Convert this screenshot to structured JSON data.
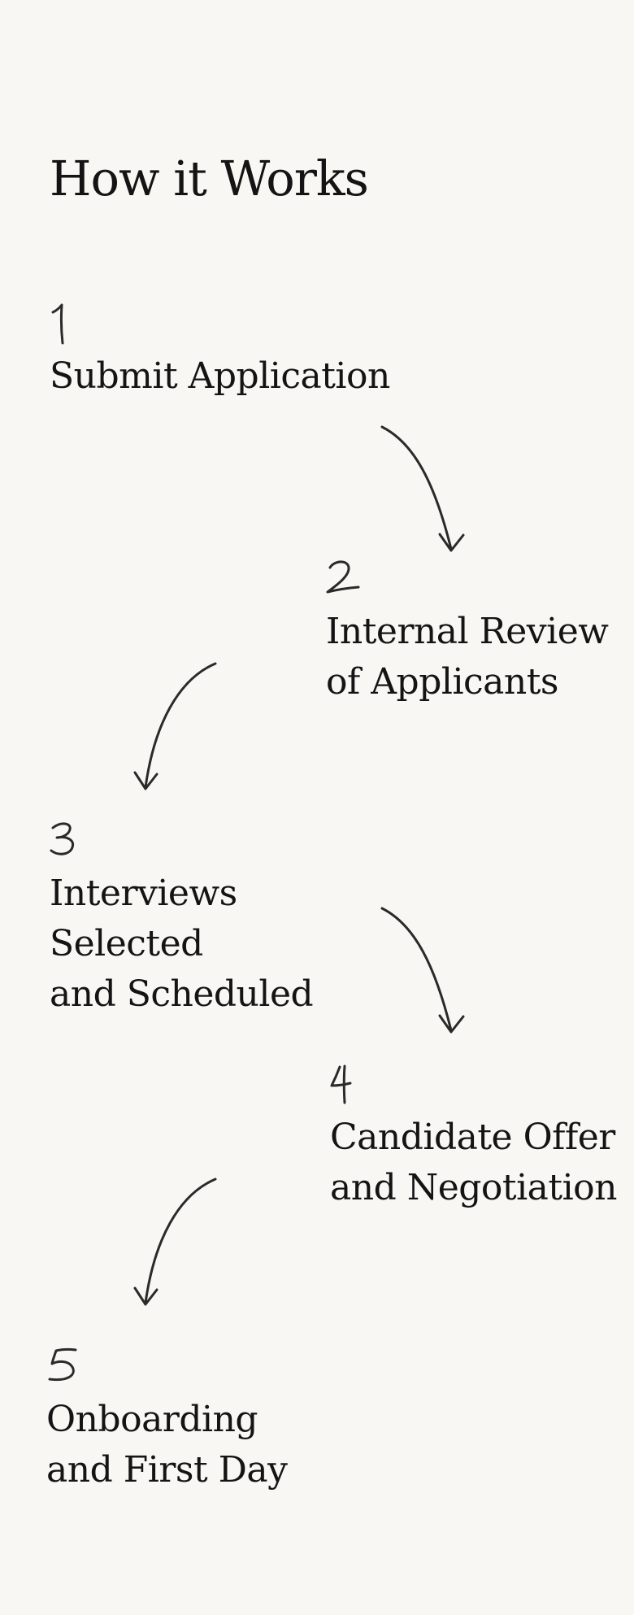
{
  "page": {
    "title": "How it Works"
  },
  "steps": [
    {
      "number": "1",
      "lines": [
        "Submit Application"
      ]
    },
    {
      "number": "2",
      "lines": [
        "Internal Review",
        "of Applicants"
      ]
    },
    {
      "number": "3",
      "lines": [
        "Interviews",
        "Selected",
        "and Scheduled"
      ]
    },
    {
      "number": "4",
      "lines": [
        "Candidate Offer",
        "and Negotiation"
      ]
    },
    {
      "number": "5",
      "lines": [
        "Onboarding",
        "and First Day"
      ]
    }
  ],
  "arrows": [
    {
      "from": "1",
      "to": "2",
      "icon": "curved-arrow-down-right"
    },
    {
      "from": "2",
      "to": "3",
      "icon": "curved-arrow-down-left"
    },
    {
      "from": "3",
      "to": "4",
      "icon": "curved-arrow-down-right"
    },
    {
      "from": "4",
      "to": "5",
      "icon": "curved-arrow-down-left"
    }
  ],
  "colors": {
    "background": "#f8f7f3",
    "text": "#141414",
    "stroke": "#2a2a2a"
  }
}
